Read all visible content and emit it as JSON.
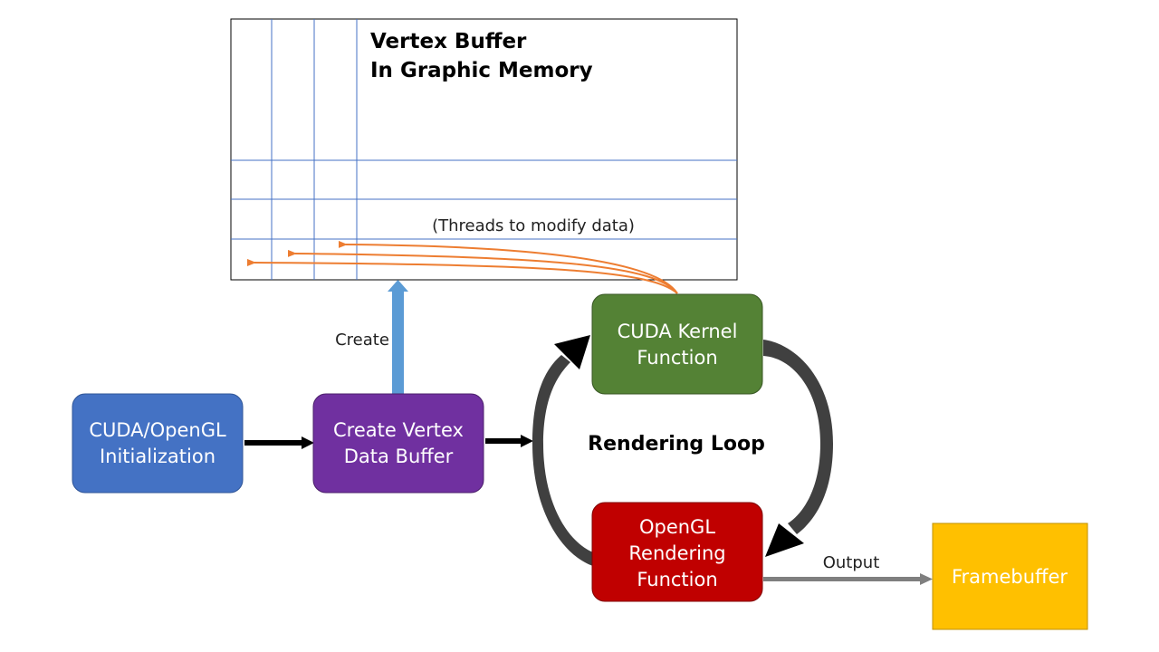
{
  "vertex_buffer": {
    "title_line1": "Vertex Buffer",
    "title_line2": "In Graphic Memory",
    "threads_label": "(Threads to modify data)"
  },
  "nodes": {
    "init": {
      "line1": "CUDA/OpenGL",
      "line2": "Initialization"
    },
    "create": {
      "line1": "Create Vertex",
      "line2": "Data Buffer"
    },
    "kernel": {
      "line1": "CUDA Kernel",
      "line2": "Function"
    },
    "render": {
      "line1": "OpenGL",
      "line2": "Rendering",
      "line3": "Function"
    },
    "framebuffer": {
      "label": "Framebuffer"
    }
  },
  "labels": {
    "create_arrow": "Create",
    "rendering_loop": "Rendering Loop",
    "output_arrow": "Output"
  },
  "colors": {
    "init": "#4472c4",
    "create": "#7030a0",
    "kernel": "#548235",
    "render": "#c00000",
    "framebuffer": "#ffc000",
    "grid": "#4472c4",
    "thread_arrows": "#ed7d31",
    "create_arrow": "#5b9bd5",
    "output_arrow": "#7f7f7f"
  }
}
